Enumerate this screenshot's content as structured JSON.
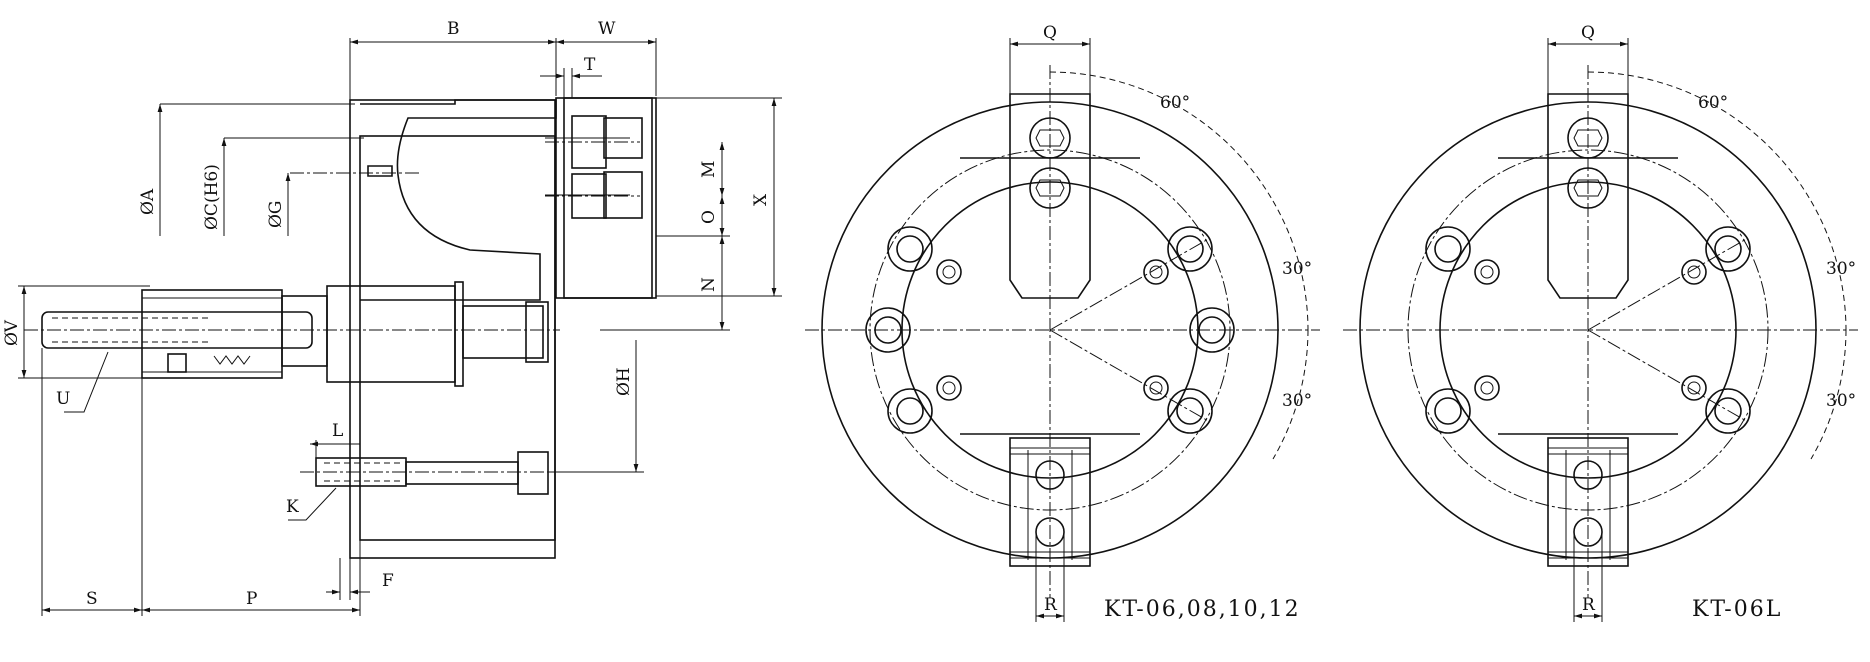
{
  "side_view": {
    "dims": {
      "B": "B",
      "W": "W",
      "T": "T",
      "A": "ØA",
      "C": "ØC(H6)",
      "G": "ØG",
      "M": "M",
      "O": "O",
      "N": "N",
      "X": "X",
      "V": "ØV",
      "U": "U",
      "H": "ØH",
      "L": "L",
      "K": "K",
      "F": "F",
      "S": "S",
      "P": "P"
    }
  },
  "front_views": [
    {
      "caption": "KT-06,08,10,12",
      "Q": "Q",
      "R": "R",
      "angle_top": "60°",
      "angle_mid": "30°",
      "angle_low": "30°"
    },
    {
      "caption": "KT-06L",
      "Q": "Q",
      "R": "R",
      "angle_top": "60°",
      "angle_mid": "30°",
      "angle_low": "30°"
    }
  ]
}
